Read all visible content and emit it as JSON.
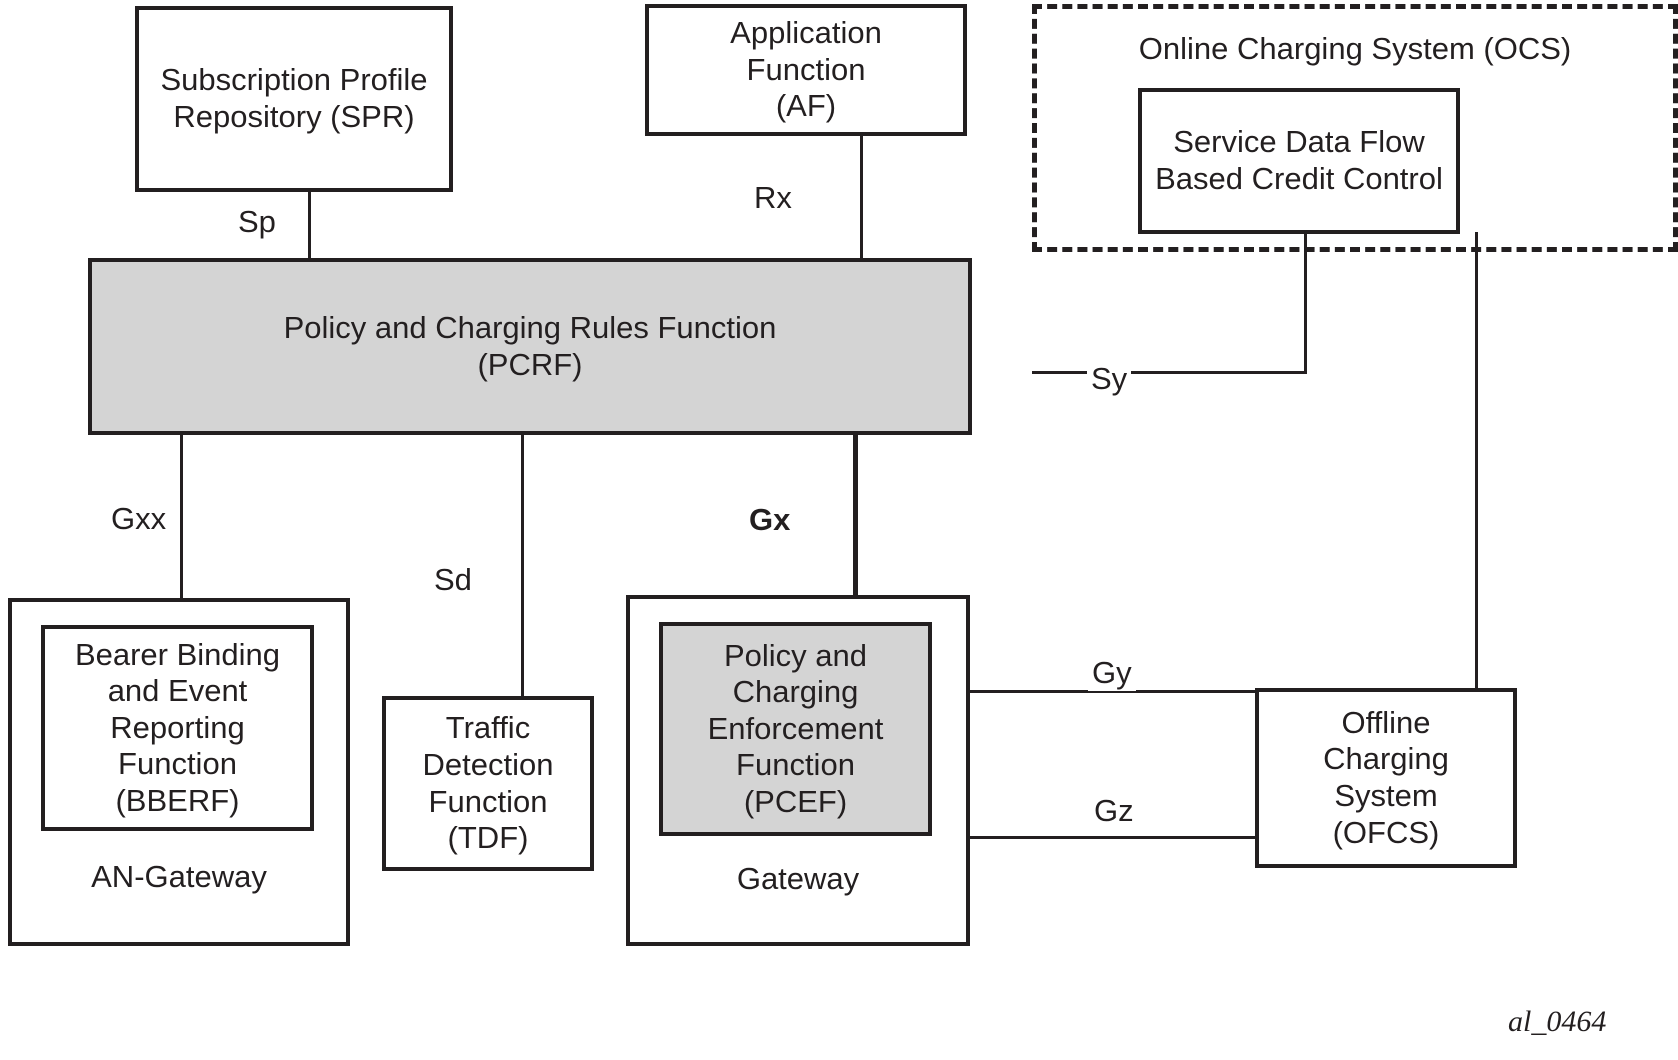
{
  "figure": {
    "id_label": "al_0464",
    "colors": {
      "line": "#231f20",
      "shaded_fill": "#d4d4d4",
      "background": "#ffffff"
    }
  },
  "nodes": {
    "spr": {
      "label": "Subscription Profile\nRepository (SPR)"
    },
    "af": {
      "label": "Application\nFunction\n(AF)"
    },
    "ocs": {
      "label": "Online Charging System (OCS)"
    },
    "sdfbcc": {
      "label": "Service Data Flow\nBased Credit Control"
    },
    "pcrf": {
      "label": "Policy and Charging Rules Function\n(PCRF)"
    },
    "an_gateway": {
      "label": "AN-Gateway"
    },
    "bberf": {
      "label": "Bearer Binding\nand Event\nReporting\nFunction\n(BBERF)"
    },
    "tdf": {
      "label": "Traffic\nDetection\nFunction\n(TDF)"
    },
    "gateway": {
      "label": "Gateway"
    },
    "pcef": {
      "label": "Policy and\nCharging\nEnforcement\nFunction\n(PCEF)"
    },
    "ofcs": {
      "label": "Offline\nCharging\nSystem\n(OFCS)"
    }
  },
  "interfaces": {
    "sp": {
      "label": "Sp",
      "from": "spr",
      "to": "pcrf"
    },
    "rx": {
      "label": "Rx",
      "from": "af",
      "to": "pcrf"
    },
    "sy": {
      "label": "Sy",
      "from": "pcrf",
      "to": "sdfbcc"
    },
    "gxx": {
      "label": "Gxx",
      "from": "pcrf",
      "to": "bberf"
    },
    "sd": {
      "label": "Sd",
      "from": "pcrf",
      "to": "tdf"
    },
    "gx": {
      "label": "Gx",
      "from": "pcrf",
      "to": "pcef",
      "emphasis": "bold"
    },
    "gy": {
      "label": "Gy",
      "from": "pcef",
      "to": "sdfbcc"
    },
    "gz": {
      "label": "Gz",
      "from": "pcef",
      "to": "ofcs"
    }
  }
}
